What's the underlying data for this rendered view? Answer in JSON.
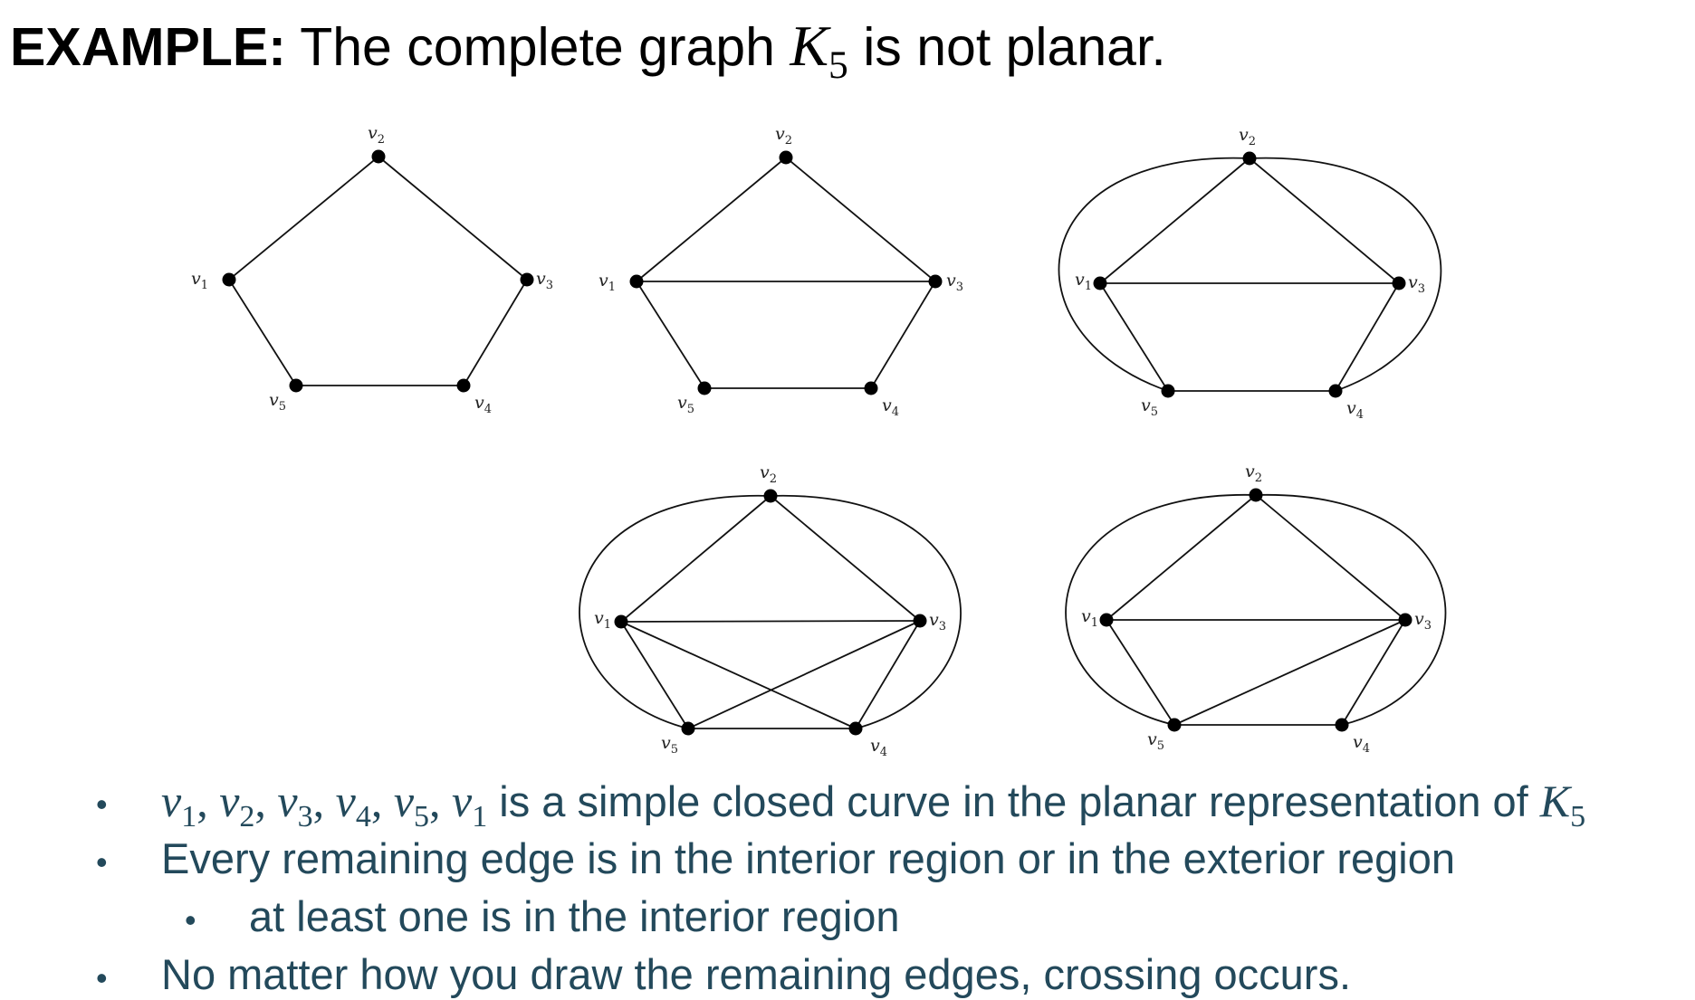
{
  "title": {
    "label": "EXAMPLE:",
    "text_before": "The complete graph",
    "graph_symbol": "K",
    "graph_subscript": "5",
    "text_after": "is not planar."
  },
  "vertex_labels": [
    "v",
    "v",
    "v",
    "v",
    "v"
  ],
  "vertex_label_subscripts": [
    "1",
    "2",
    "3",
    "4",
    "5"
  ],
  "bullets": [
    {
      "math_sequence": [
        {
          "v": "v",
          "s": "1"
        },
        {
          "v": "v",
          "s": "2"
        },
        {
          "v": "v",
          "s": "3"
        },
        {
          "v": "v",
          "s": "4"
        },
        {
          "v": "v",
          "s": "5"
        },
        {
          "v": "v",
          "s": "1"
        }
      ],
      "text": "is a simple closed curve in the planar representation of",
      "end_symbol": "K",
      "end_subscript": "5"
    },
    {
      "text": "Every remaining edge is in the interior region or in the exterior region"
    },
    {
      "text": "at least one is in the interior region",
      "level": 2
    },
    {
      "text": "No matter how you draw the remaining edges, crossing occurs."
    }
  ],
  "colors": {
    "title_text": "#000000",
    "bullet_text": "#23495b",
    "graph_ink": "#111111"
  }
}
